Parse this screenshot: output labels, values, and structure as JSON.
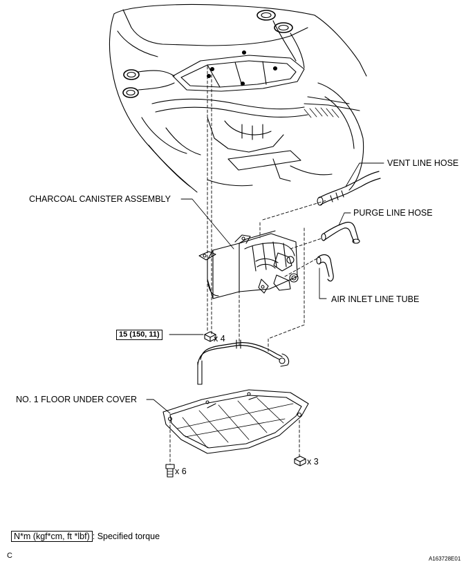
{
  "labels": {
    "vent_line_hose": "VENT LINE HOSE",
    "purge_line_hose": "PURGE LINE HOSE",
    "charcoal_canister": "CHARCOAL CANISTER ASSEMBLY",
    "air_inlet_line_tube": "AIR INLET LINE TUBE",
    "floor_under_cover": "NO. 1 FLOOR UNDER COVER"
  },
  "torque": {
    "value": "15 (150, 11)"
  },
  "quantities": {
    "nut_canister": "x 4",
    "bolt_cover": "x 6",
    "nut_cover": "x 3"
  },
  "legend": {
    "symbol": "N*m (kgf*cm, ft *lbf)",
    "text": ": Specified torque"
  },
  "footer": {
    "corner_letter": "C",
    "figure_id": "A163728E01"
  }
}
